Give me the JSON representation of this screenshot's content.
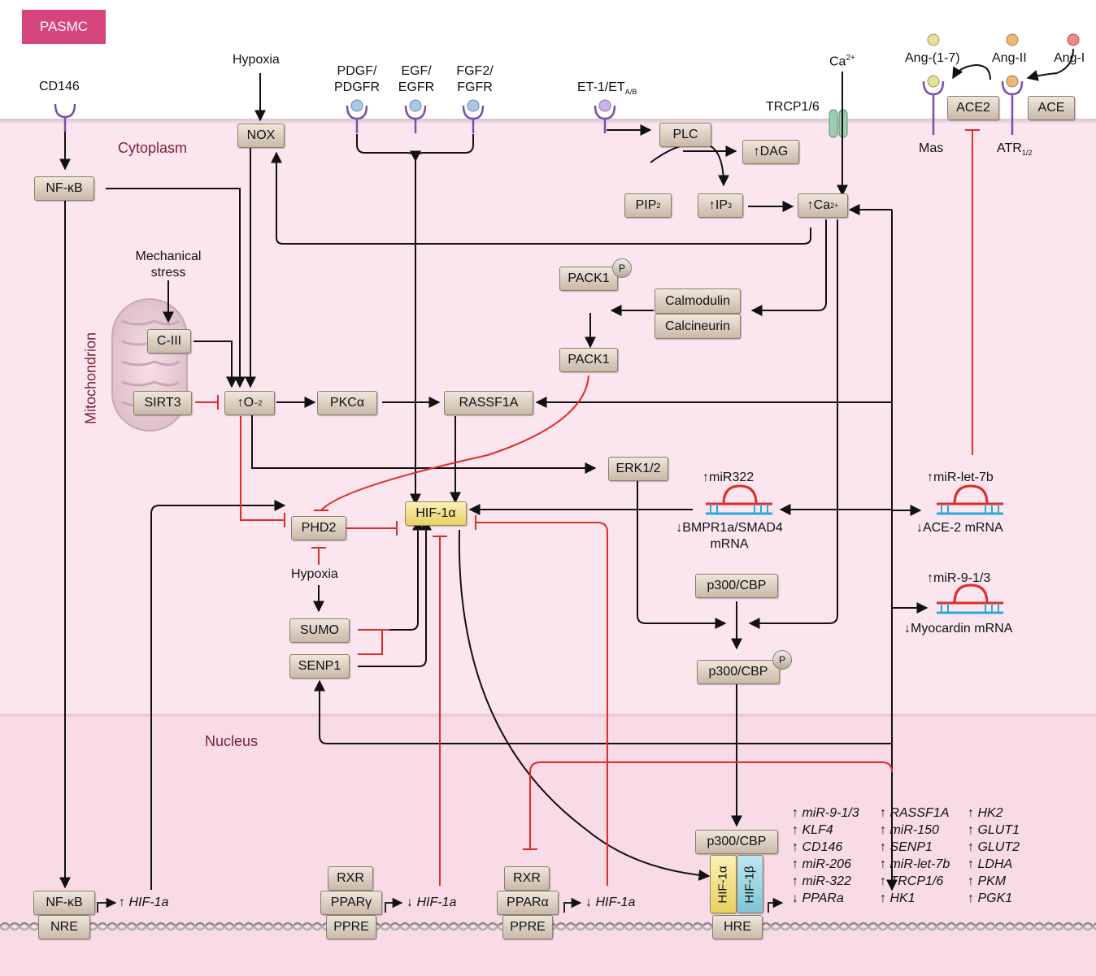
{
  "badge": "PASMC",
  "regions": {
    "cytoplasm": "Cytoplasm",
    "nucleus": "Nucleus",
    "mitochondrion": "Mitochondrion"
  },
  "inputs": {
    "cd146": "CD146",
    "hypoxia_top": "Hypoxia",
    "pdgf": [
      "PDGF/",
      "PDGFR"
    ],
    "egf": [
      "EGF/",
      "EGFR"
    ],
    "fgf": [
      "FGF2/",
      "FGFR"
    ],
    "et1": "ET-1/ET",
    "et1_sub": "A/B",
    "ca": "Ca",
    "ca_sup": "2+",
    "trcp": "TRCP1/6",
    "ang17": "Ang-(1-7)",
    "ang2": "Ang-II",
    "ang1": "Ang-I",
    "mas": "Mas",
    "atr": "ATR",
    "atr_sub": "1/2",
    "mech": [
      "Mechanical",
      "stress"
    ],
    "hypoxia_mid": "Hypoxia"
  },
  "nodes": {
    "nox": "NOX",
    "nfkb": "NF-κB",
    "plc": "PLC",
    "dag": "DAG",
    "pip2": "PIP",
    "pip2_sub": "2",
    "ip3": "IP",
    "ip3_sub": "3",
    "ca_up": "Ca",
    "ca_up_sup": "2+",
    "ace2": "ACE2",
    "ace": "ACE",
    "pack1p": "PACK1",
    "p": "P",
    "calmodulin": "Calmodulin",
    "calcineurin": "Calcineurin",
    "pack1": "PACK1",
    "ciii": "C-III",
    "sirt3": "SIRT3",
    "o2": "O",
    "o2_sup": "−",
    "o2_sub": "2",
    "pkca": "PKCα",
    "rassf1a": "RASSF1A",
    "erk": "ERK1/2",
    "hif": "HIF-1α",
    "phd2": "PHD2",
    "sumo": "SUMO",
    "senp1": "SENP1",
    "p300": "p300/CBP",
    "p300p": "p300/CBP",
    "p300n": "p300/CBP",
    "hif1a_v": "HIF-1α",
    "hif1b_v": "HIF-1β",
    "hre": "HRE",
    "nfkb_n": "NF-κB",
    "nre": "NRE",
    "rxr1": "RXR",
    "pparg": "PPARγ",
    "ppre1": "PPRE",
    "rxr2": "RXR",
    "ppara": "PPARα",
    "ppre2": "PPRE"
  },
  "mirna": {
    "mir322": "miR322",
    "bmpr": [
      "BMPR1a/SMAD4",
      "mRNA"
    ],
    "let7b": "miR-let-7b",
    "ace2mrna": "ACE-2 mRNA",
    "mir913": "miR-9-1/3",
    "myocardin": "Myocardin mRNA"
  },
  "gene_out": {
    "nfkb": "HIF-1a",
    "pparg": "HIF-1a",
    "ppara": "HIF-1a"
  },
  "targets": {
    "col1": [
      {
        "d": "up",
        "t": "miR-9-1/3"
      },
      {
        "d": "up",
        "t": "KLF4"
      },
      {
        "d": "up",
        "t": "CD146"
      },
      {
        "d": "up",
        "t": "miR-206"
      },
      {
        "d": "up",
        "t": "miR-322"
      },
      {
        "d": "down",
        "t": "PPARa"
      }
    ],
    "col2": [
      {
        "d": "up",
        "t": "RASSF1A"
      },
      {
        "d": "up",
        "t": "miR-150"
      },
      {
        "d": "up",
        "t": "SENP1"
      },
      {
        "d": "up",
        "t": "miR-let-7b"
      },
      {
        "d": "up",
        "t": "TRCP1/6"
      },
      {
        "d": "up",
        "t": "HK1"
      }
    ],
    "col3": [
      {
        "d": "up",
        "t": "HK2"
      },
      {
        "d": "up",
        "t": "GLUT1"
      },
      {
        "d": "up",
        "t": "GLUT2"
      },
      {
        "d": "up",
        "t": "LDHA"
      },
      {
        "d": "up",
        "t": "PKM"
      },
      {
        "d": "up",
        "t": "PGK1"
      }
    ]
  },
  "colors": {
    "activation": "#111111",
    "inhibition": "#e02a2a",
    "receptor": "#7b4fa8",
    "badge": "#d6457e"
  }
}
